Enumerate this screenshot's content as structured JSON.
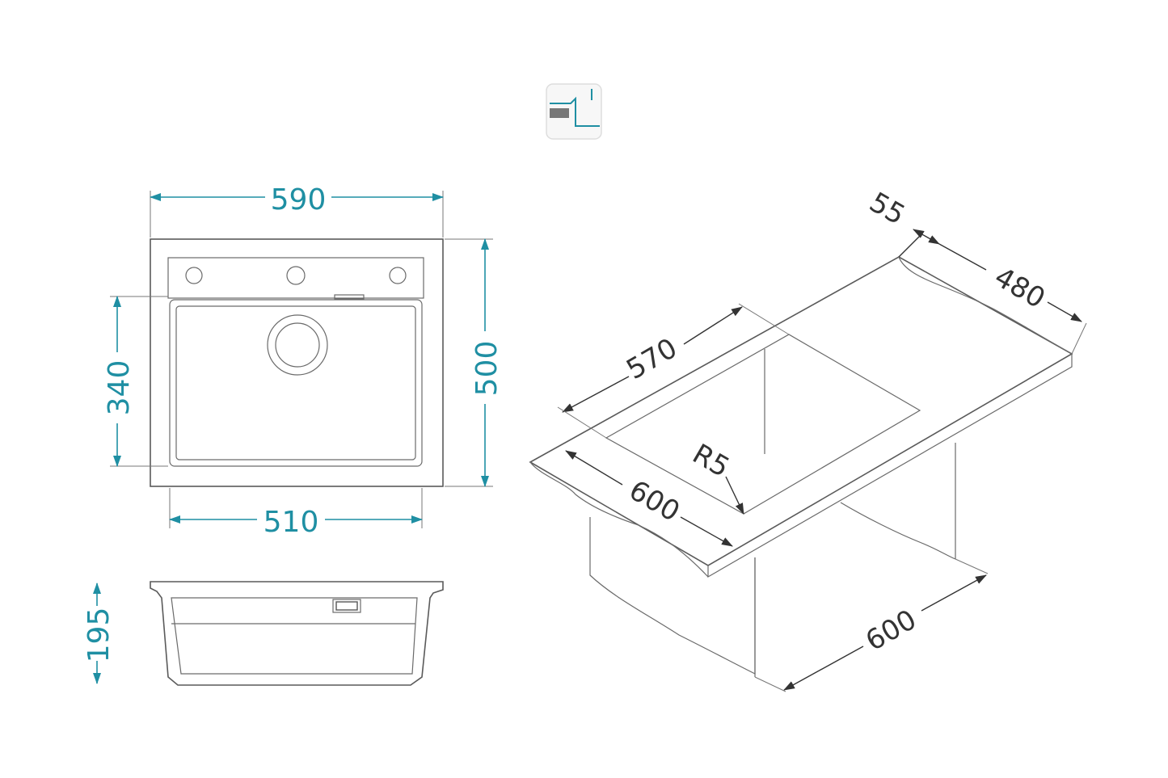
{
  "top_view": {
    "overall_width": "590",
    "overall_depth": "500",
    "bowl_width": "510",
    "bowl_depth": "340"
  },
  "side_view": {
    "depth": "195"
  },
  "cabinet_view": {
    "rim_width": "55",
    "cabinet_depth": "480",
    "cutout_width": "570",
    "corner_radius": "R5",
    "worktop_width": "600",
    "cabinet_width": "600"
  },
  "icons": {
    "mount_type": "undermount-icon"
  },
  "colors": {
    "dimension_teal": "#1f8fa3",
    "outline_gray": "#5a5a5a"
  }
}
